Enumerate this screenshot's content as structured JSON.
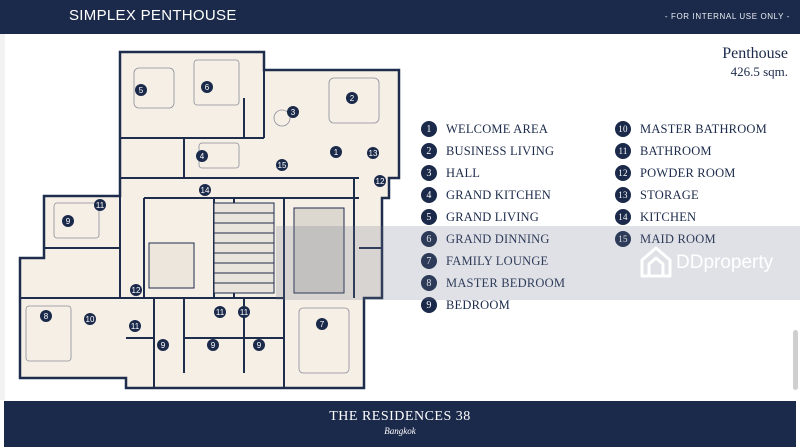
{
  "header": {
    "title": "SIMPLEX PENTHOUSE",
    "note": "- FOR INTERNAL USE ONLY -"
  },
  "unit": {
    "name": "Penthouse",
    "area": "426.5 sqm."
  },
  "legend": {
    "left": [
      {
        "num": "1",
        "label": "WELCOME AREA"
      },
      {
        "num": "2",
        "label": "BUSINESS LIVING"
      },
      {
        "num": "3",
        "label": "HALL"
      },
      {
        "num": "4",
        "label": "GRAND KITCHEN"
      },
      {
        "num": "5",
        "label": "GRAND LIVING"
      },
      {
        "num": "6",
        "label": "GRAND DINNING"
      },
      {
        "num": "7",
        "label": "FAMILY LOUNGE"
      },
      {
        "num": "8",
        "label": "MASTER BEDROOM"
      },
      {
        "num": "9",
        "label": "BEDROOM"
      }
    ],
    "right": [
      {
        "num": "10",
        "label": "MASTER BATHROOM"
      },
      {
        "num": "11",
        "label": "BATHROOM"
      },
      {
        "num": "12",
        "label": "POWDER ROOM"
      },
      {
        "num": "13",
        "label": "STORAGE"
      },
      {
        "num": "14",
        "label": "KITCHEN"
      },
      {
        "num": "15",
        "label": "MAID ROOM"
      }
    ]
  },
  "footer": {
    "brand": "THE RESIDENCES 38",
    "city": "Bangkok"
  },
  "watermark": {
    "text": "DDproperty"
  },
  "colors": {
    "navy": "#1b2a4a",
    "floor": "#f6efe6",
    "wall": "#1f2d4d"
  }
}
